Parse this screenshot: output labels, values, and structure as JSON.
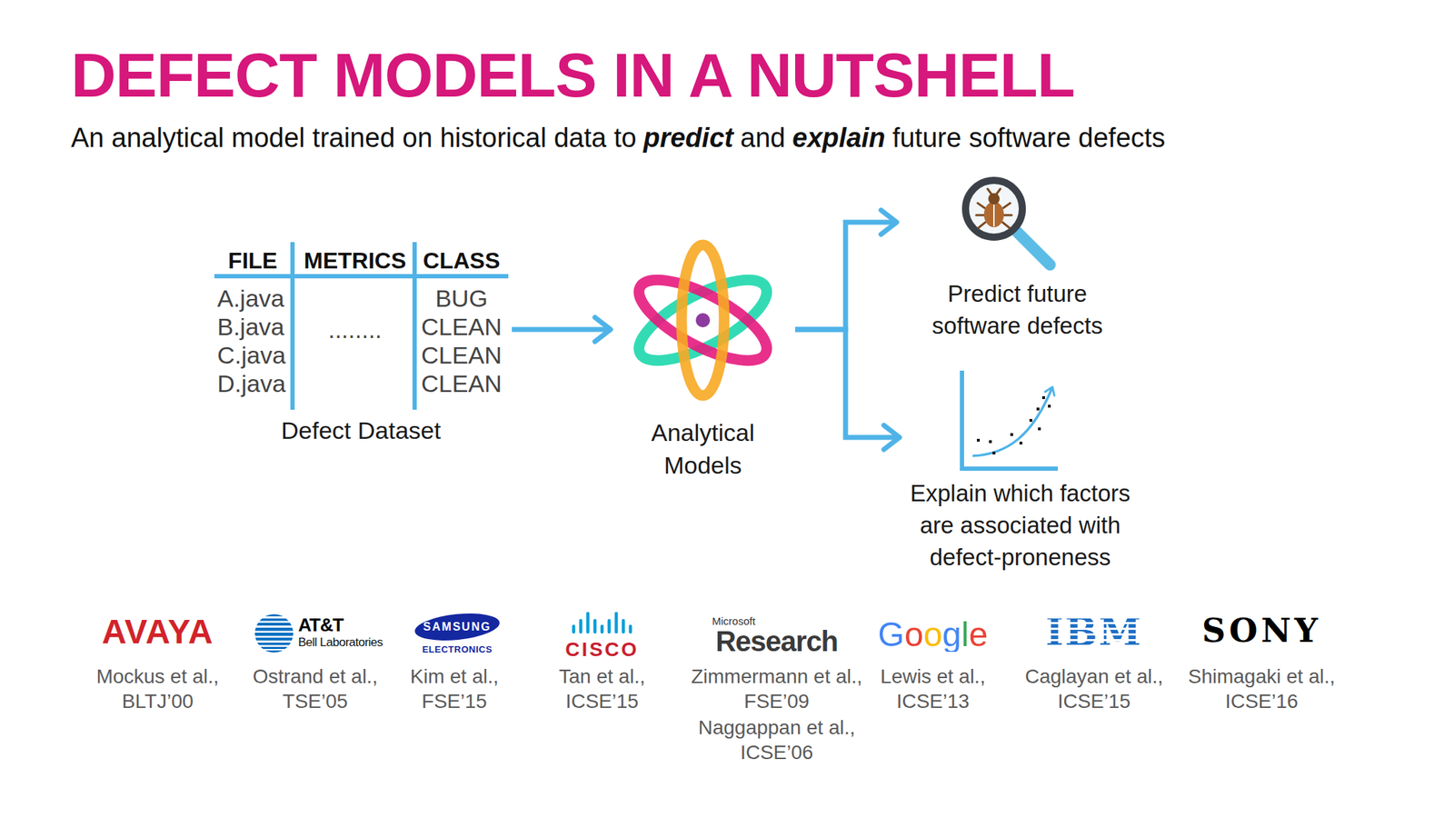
{
  "diagram": {
    "title": "DEFECT MODELS IN A NUTSHELL",
    "nodes": [
      {
        "text": [
          "FILE",
          "METRICS",
          "CLASS",
          "A.java",
          "B.java",
          "C.java",
          "D.java",
          "........",
          "BUG",
          "CLEAN",
          "CLEAN",
          "CLEAN",
          "Defect Dataset"
        ]
      },
      {
        "text": [
          "Analytical Models"
        ]
      },
      {
        "text": [
          "Predict future software defects"
        ]
      },
      {
        "text": [
          "Explain which factors are associated with defect-proneness"
        ]
      }
    ],
    "edges": [
      {
        "from": 0,
        "to": 1,
        "arrow": "to"
      },
      {
        "from": 1,
        "to": 2,
        "arrow": "to"
      },
      {
        "from": 1,
        "to": 3,
        "arrow": "to"
      }
    ],
    "labels": [
      "An analytical model trained on historical data to",
      "predict",
      "and",
      "explain",
      "future software defects",
      "AVAYA",
      "Mockus et al., BLTJ’00",
      "AT&T",
      "Bell Laboratories",
      "Ostrand et al., TSE’05",
      "SAMSUNG",
      "ELECTRONICS",
      "Kim et al., FSE’15",
      "CISCO",
      "Tan et al., ICSE’15",
      "Microsoft",
      "Research",
      "Zimmermann et al., FSE’09",
      "Naggappan et al., ICSE’06",
      "Google",
      "Lewis et al., ICSE’13",
      "IBM",
      "Caglayan et al., ICSE’15",
      "SONY",
      "Shimagaki et al., ICSE’16"
    ]
  }
}
